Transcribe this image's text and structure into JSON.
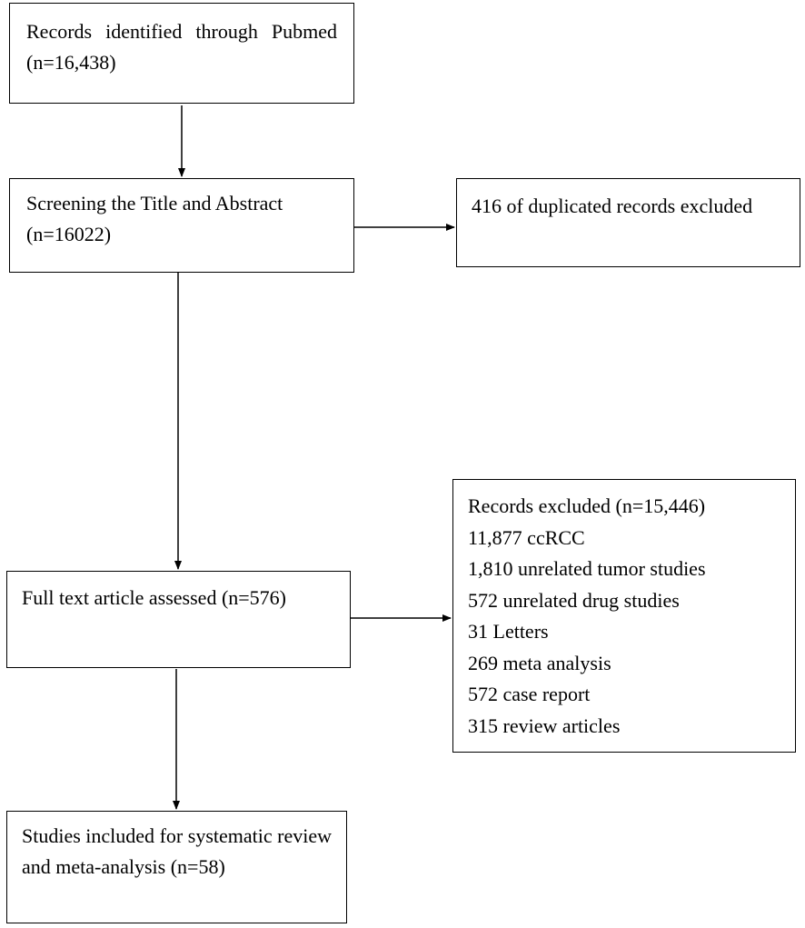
{
  "boxes": {
    "identified": "Records identified through Pubmed (n=16,438)",
    "screening": "Screening the Title and Abstract (n=16022)",
    "duplicates": "416 of duplicated records excluded",
    "fulltext": "Full text article assessed (n=576)",
    "excluded": {
      "title": "Records excluded (n=15,446)",
      "items": [
        "11,877 ccRCC",
        "1,810 unrelated tumor studies",
        "572 unrelated drug studies",
        "31 Letters",
        "269 meta analysis",
        "572 case report",
        "315 review articles"
      ]
    },
    "included": "Studies included for systematic review and meta-analysis (n=58)"
  }
}
